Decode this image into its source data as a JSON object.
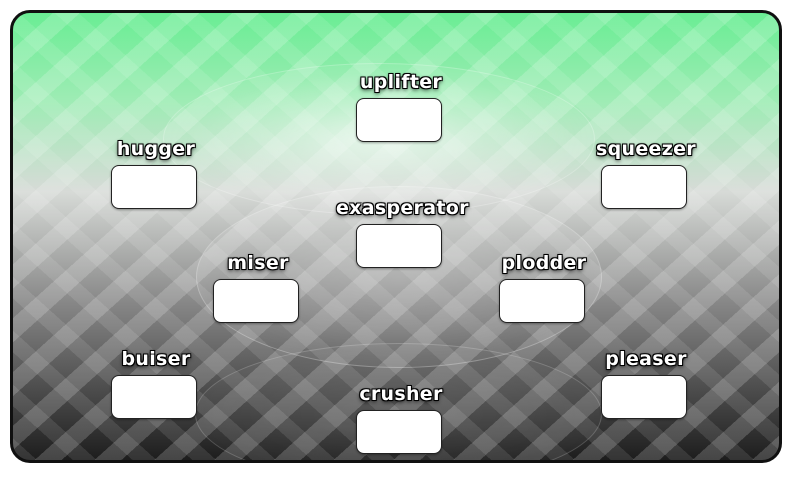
{
  "diagram": {
    "nodes": [
      {
        "label": "uplifter"
      },
      {
        "label": "hugger"
      },
      {
        "label": "squeezer"
      },
      {
        "label": "exasperator"
      },
      {
        "label": "miser"
      },
      {
        "label": "plodder"
      },
      {
        "label": "buiser"
      },
      {
        "label": "pleaser"
      },
      {
        "label": "crusher"
      }
    ]
  }
}
